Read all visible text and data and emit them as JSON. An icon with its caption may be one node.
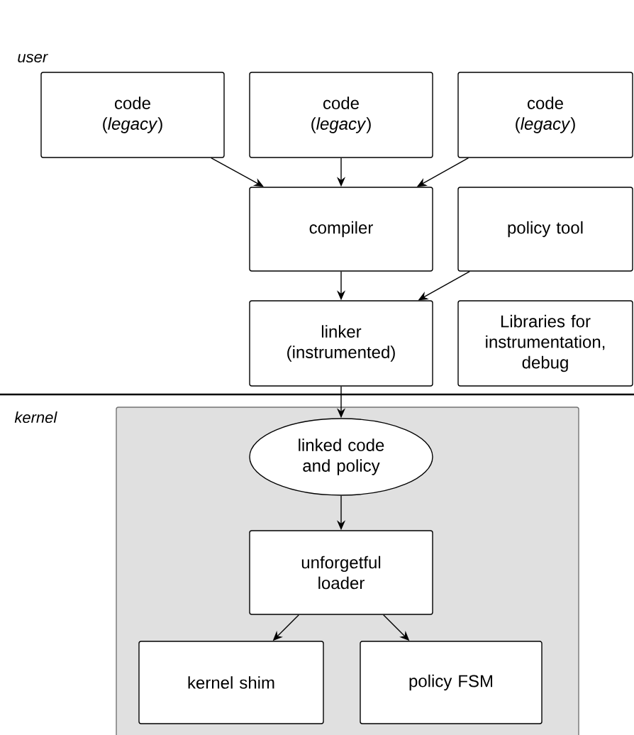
{
  "diagram": {
    "nodes": [
      {
        "text": [
          "code (*legacy*)"
        ]
      },
      {
        "text": [
          "code (*legacy*)"
        ]
      },
      {
        "text": [
          "code (*legacy*)"
        ]
      },
      {
        "text": [
          "compiler"
        ]
      },
      {
        "text": [
          "policy tool"
        ]
      },
      {
        "text": [
          "linker (instrumented)"
        ]
      },
      {
        "text": [
          "Libraries for instrumentation, debug"
        ]
      },
      {
        "text": [],
        "shape": "box"
      },
      {
        "text": [
          "linked code and policy"
        ],
        "in": 7
      },
      {
        "text": [
          "unforgetful loader"
        ],
        "in": 7
      },
      {
        "text": [
          "kernel shim"
        ],
        "in": 7
      },
      {
        "text": [
          "policy FSM"
        ],
        "in": 7
      }
    ],
    "edges": [
      {
        "from": 0,
        "to": 3,
        "arrow": "to"
      },
      {
        "from": 1,
        "to": 3,
        "arrow": "to"
      },
      {
        "from": 2,
        "to": 3,
        "arrow": "to"
      },
      {
        "from": 3,
        "to": 5,
        "arrow": "to"
      },
      {
        "from": 4,
        "to": 5,
        "arrow": "to"
      },
      {
        "from": 5,
        "to": 8,
        "arrow": "to"
      },
      {
        "from": 8,
        "to": 9,
        "arrow": "to"
      },
      {
        "from": 9,
        "to": 10,
        "arrow": "to"
      },
      {
        "from": 9,
        "to": 11,
        "arrow": "to"
      }
    ],
    "labels": [
      "user",
      "kernel"
    ]
  }
}
